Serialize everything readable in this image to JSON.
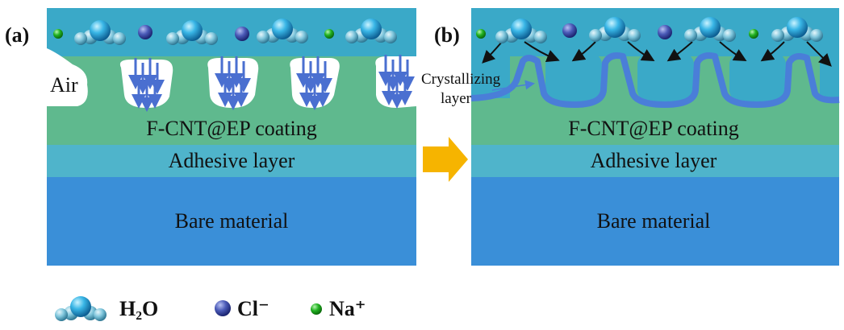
{
  "panels": {
    "a": {
      "label": "(a)",
      "air_label": "Air",
      "coating_label": "F-CNT@EP coating",
      "adhesive_label": "Adhesive layer",
      "bare_label": "Bare material"
    },
    "b": {
      "label": "(b)",
      "crystallizing_label_line1": "Crystallizing",
      "crystallizing_label_line2": "layer",
      "coating_label": "F-CNT@EP coating",
      "adhesive_label": "Adhesive layer",
      "bare_label": "Bare material"
    }
  },
  "legend": {
    "water": "H₂O",
    "chloride": "Cl⁻",
    "sodium": "Na⁺"
  },
  "colors": {
    "water_top": "#3aa9c8",
    "coating_green": "#5fb98e",
    "adhesive": "#4fb4cb",
    "bare": "#3a8fd8",
    "crystal_band": "#4a7ed8",
    "arrow_orange": "#f6b400",
    "water_molecule": "#39b6e6",
    "chloride_ion": "#3f4fa8",
    "sodium_ion": "#22b222"
  }
}
